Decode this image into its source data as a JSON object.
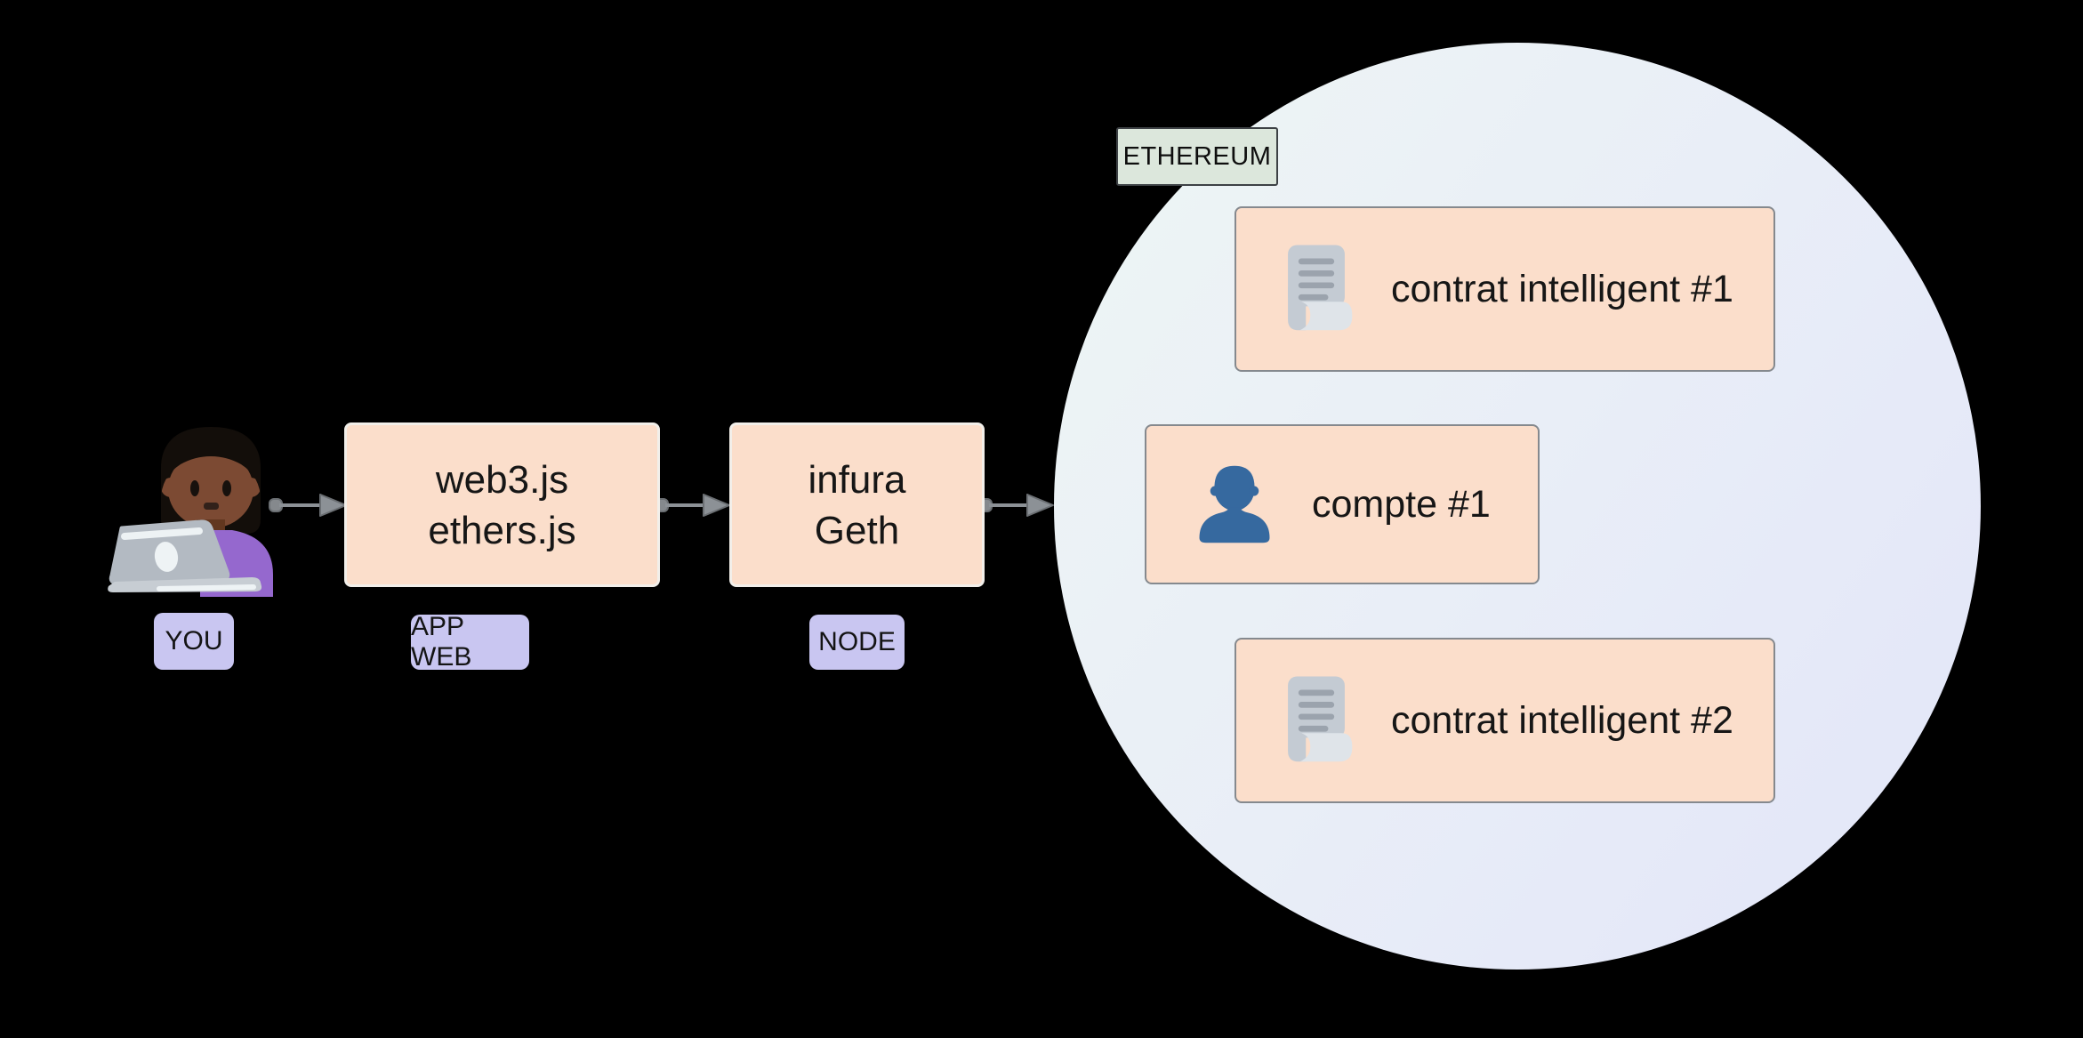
{
  "diagram": {
    "actor": {
      "tag": "YOU",
      "icon": "woman-technologist-emoji"
    },
    "app_box": {
      "line1": "web3.js",
      "line2": "ethers.js",
      "tag": "APP WEB"
    },
    "node_box": {
      "line1": "infura",
      "line2": "Geth",
      "tag": "NODE"
    },
    "network": {
      "label": "ETHEREUM",
      "items": [
        {
          "text": "contrat intelligent #1",
          "icon": "scroll-icon"
        },
        {
          "text": "compte #1",
          "icon": "person-icon"
        },
        {
          "text": "contrat intelligent #2",
          "icon": "scroll-icon"
        }
      ]
    },
    "colors": {
      "background": "#000000",
      "box_fill": "#fbdecb",
      "box_border_inner": "#85898e",
      "box_border_outer": "#f2efea",
      "tag_fill": "#c9c6f1",
      "ethereum_tag_fill": "#dce7dc",
      "circle_gradient_start": "#eef6f4",
      "circle_gradient_end": "#e2e5f9",
      "arrow_gray": "#8c9196",
      "person_icon_blue": "#36699f",
      "scroll_icon_gray": "#c4cbd3"
    }
  }
}
